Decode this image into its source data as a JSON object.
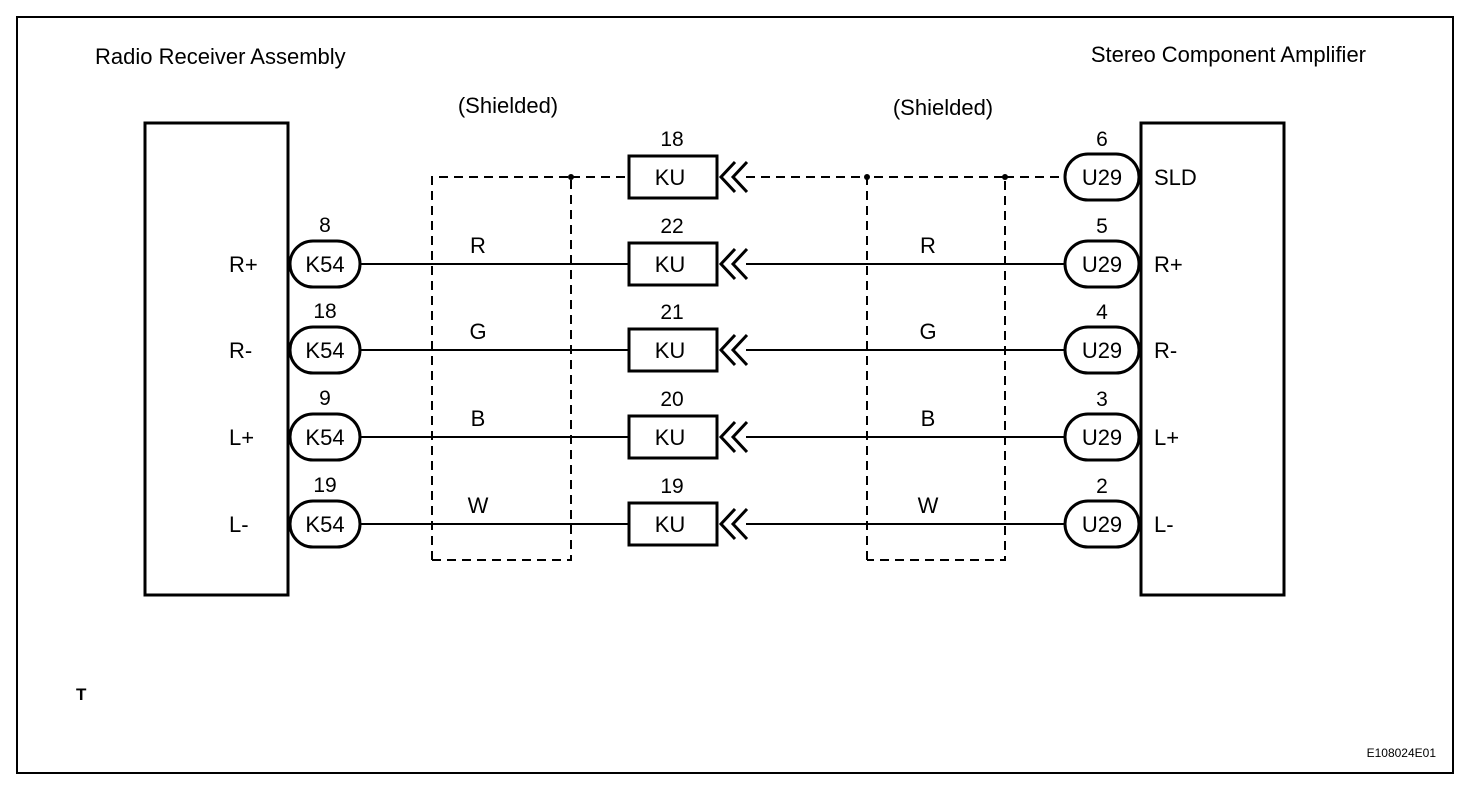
{
  "left_component": {
    "title": "Radio Receiver Assembly",
    "connector": "K54"
  },
  "right_component": {
    "title": "Stereo Component Amplifier",
    "connector": "U29"
  },
  "shield_labels": [
    "(Shielded)",
    "(Shielded)"
  ],
  "junction_connector": "KU",
  "rows": [
    {
      "left_pin": "",
      "left_label": "",
      "junction_pin": "18",
      "right_pin": "6",
      "right_label": "SLD",
      "wire_left": "",
      "wire_right": "",
      "shield": true
    },
    {
      "left_pin": "8",
      "left_label": "R+",
      "junction_pin": "22",
      "right_pin": "5",
      "right_label": "R+",
      "wire_left": "R",
      "wire_right": "R",
      "shield": false
    },
    {
      "left_pin": "18",
      "left_label": "R-",
      "junction_pin": "21",
      "right_pin": "4",
      "right_label": "R-",
      "wire_left": "G",
      "wire_right": "G",
      "shield": false
    },
    {
      "left_pin": "9",
      "left_label": "L+",
      "junction_pin": "20",
      "right_pin": "3",
      "right_label": "L+",
      "wire_left": "B",
      "wire_right": "B",
      "shield": false
    },
    {
      "left_pin": "19",
      "left_label": "L-",
      "junction_pin": "19",
      "right_pin": "2",
      "right_label": "L-",
      "wire_left": "W",
      "wire_right": "W",
      "shield": false
    }
  ],
  "footer": {
    "marker": "T",
    "figure_id": "E108024E01"
  }
}
